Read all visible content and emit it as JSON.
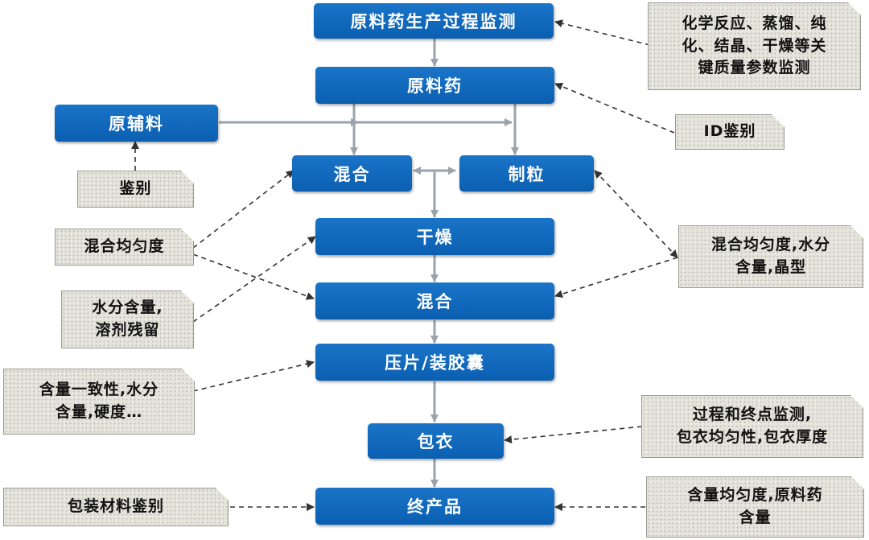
{
  "process_boxes": {
    "monitor": "原料药生产过程监测",
    "api": "原料药",
    "excipient": "原辅料",
    "mix1": "混合",
    "granulate": "制粒",
    "dry": "干燥",
    "mix2": "混合",
    "press": "压片/装胶囊",
    "coat": "包衣",
    "final": "终产品"
  },
  "notes": {
    "reaction_params": [
      "化学反应、蒸馏、纯",
      "化、结晶、干燥等关",
      "键质量参数监测"
    ],
    "id_check": [
      "ID鉴别"
    ],
    "identify": [
      "鉴别"
    ],
    "blend_uniformity": [
      "混合均匀度"
    ],
    "moisture_solvent": [
      "水分含量,",
      "溶剂残留"
    ],
    "blend_moisture_crystal": [
      "混合均匀度,水分",
      "含量,晶型"
    ],
    "content_consistency": [
      "含量一致性,水分",
      "含量,硬度…"
    ],
    "process_endpoint": [
      "过程和终点监测,",
      "包衣均匀性,包衣厚度"
    ],
    "packaging_id": [
      "包装材料鉴别"
    ],
    "content_uniformity": [
      "含量均匀度,原料药",
      "含量"
    ]
  },
  "colors": {
    "box_fill": "#0b63b6",
    "note_fill": "#e4e4dc",
    "arrow": "#9aa3ab",
    "dashed_arrow": "#333333"
  }
}
